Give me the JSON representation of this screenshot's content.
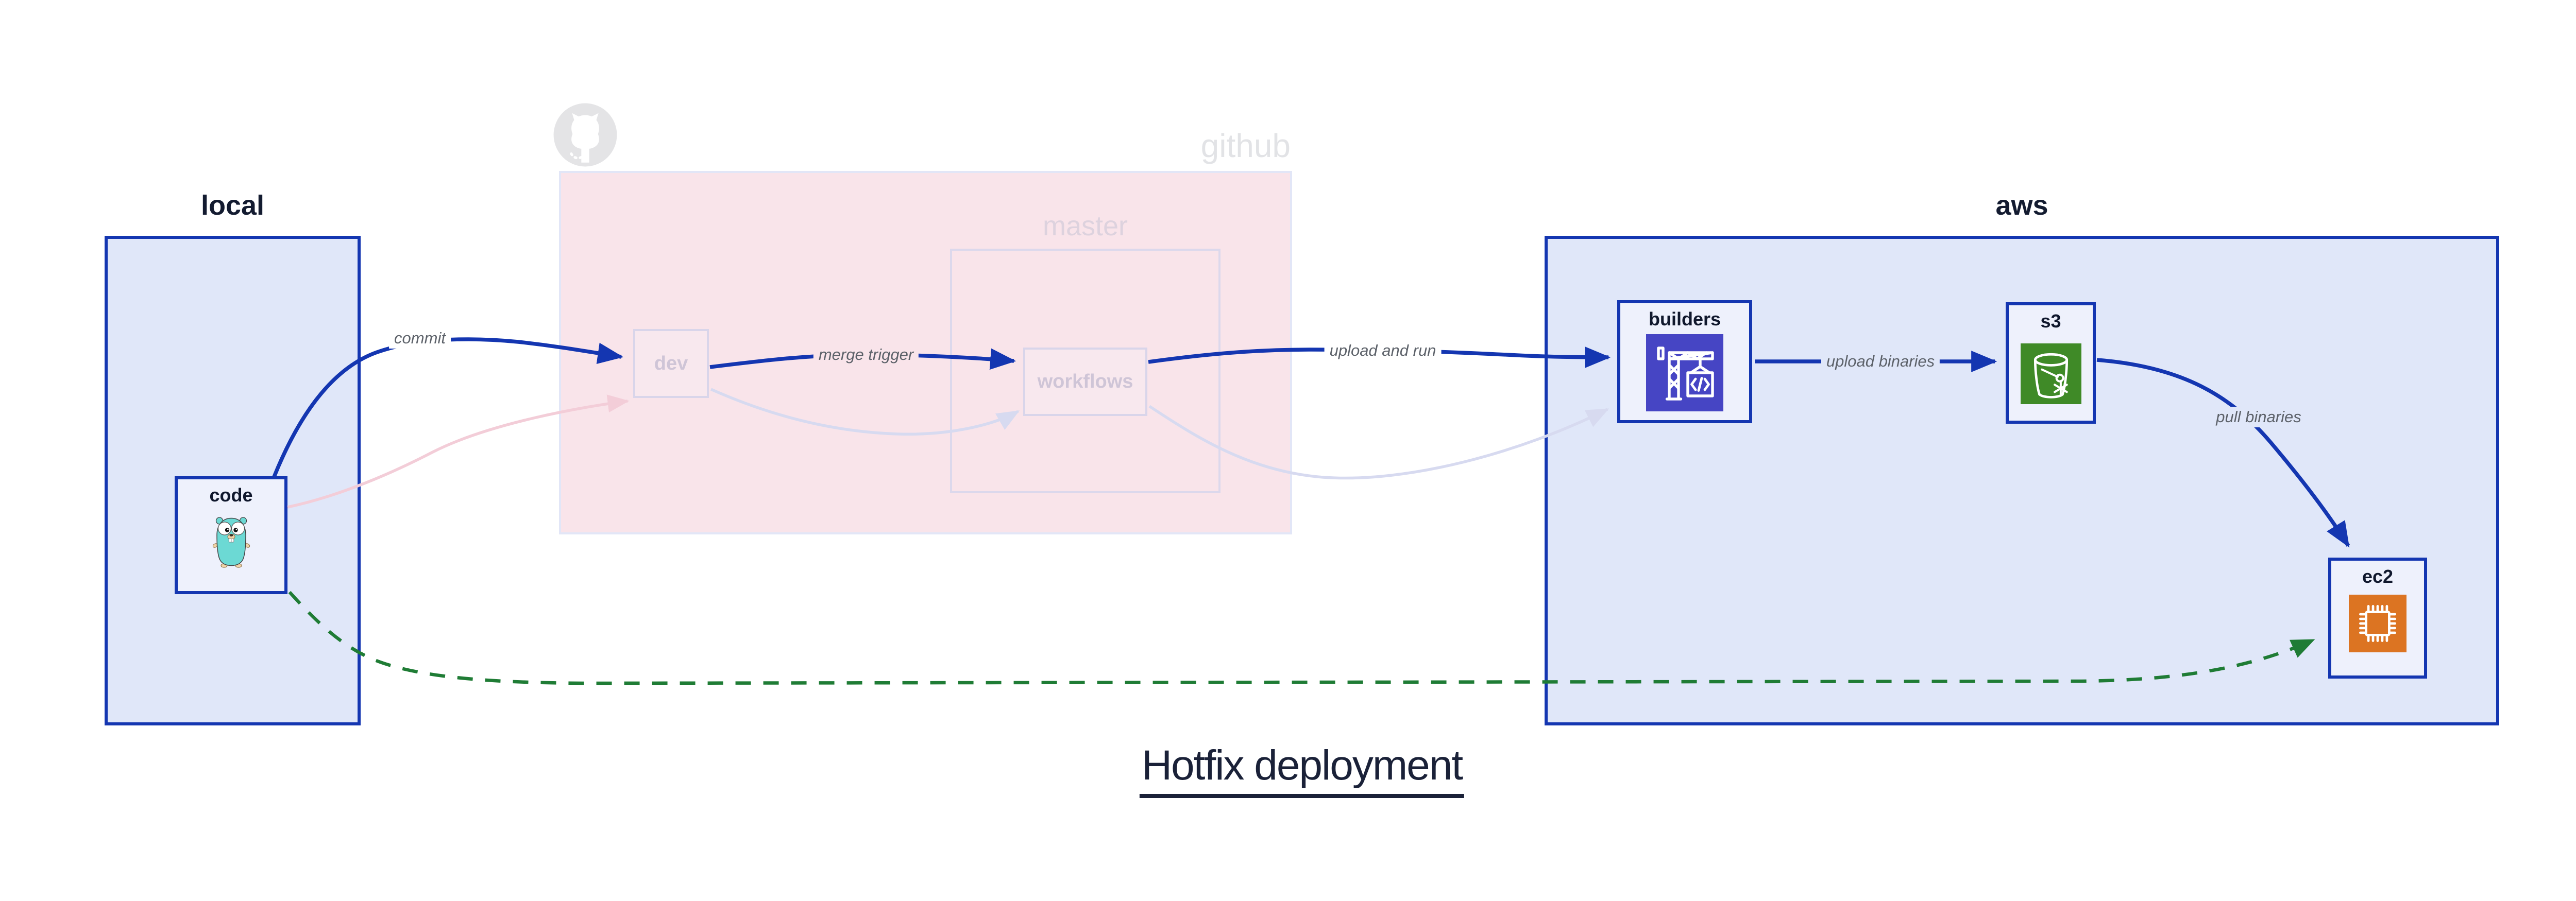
{
  "title": "Hotfix deployment",
  "regions": {
    "local": {
      "label": "local"
    },
    "github": {
      "label": "github",
      "master_label": "master"
    },
    "aws": {
      "label": "aws"
    }
  },
  "nodes": {
    "code": {
      "label": "code",
      "icon": "gopher-icon"
    },
    "dev": {
      "label": "dev"
    },
    "workflows": {
      "label": "workflows"
    },
    "builders": {
      "label": "builders",
      "icon": "codebuild-crane-icon"
    },
    "s3": {
      "label": "s3",
      "icon": "s3-bucket-icon"
    },
    "ec2": {
      "label": "ec2",
      "icon": "ec2-chip-icon"
    }
  },
  "edges": {
    "commit": {
      "label": "commit",
      "style": "solid-blue"
    },
    "merge_trigger": {
      "label": "merge trigger",
      "style": "solid-blue"
    },
    "upload_and_run": {
      "label": "upload and run",
      "style": "solid-blue"
    },
    "upload_binaries": {
      "label": "upload binaries",
      "style": "solid-blue"
    },
    "pull_binaries": {
      "label": "pull binaries",
      "style": "solid-blue"
    },
    "hotfix_direct": {
      "style": "dashed-green"
    },
    "faded_code_to_dev": {
      "style": "faded-pink"
    },
    "faded_dev_to_workflows": {
      "style": "faded-lavender"
    },
    "faded_workflows_to_builders": {
      "style": "faded-lavender"
    }
  },
  "colors": {
    "arrow_blue": "#1436b1",
    "arrow_green": "#1f7c35",
    "arrow_faded_pink": "#f3cdd8",
    "arrow_faded_lavender": "#d7daf0",
    "region_blue_fill": "#e0e7f9",
    "region_blue_border": "#1436b1",
    "region_pink_fill": "#f9e4ea",
    "node_fill": "#eef1fc",
    "builders_icon_bg": "#4645c4",
    "s3_icon_bg": "#3f8a27",
    "ec2_icon_bg": "#dc7422",
    "gopher_teal": "#6cd9d4",
    "edge_label_color": "#5c6169",
    "title_color": "#1a2138"
  }
}
